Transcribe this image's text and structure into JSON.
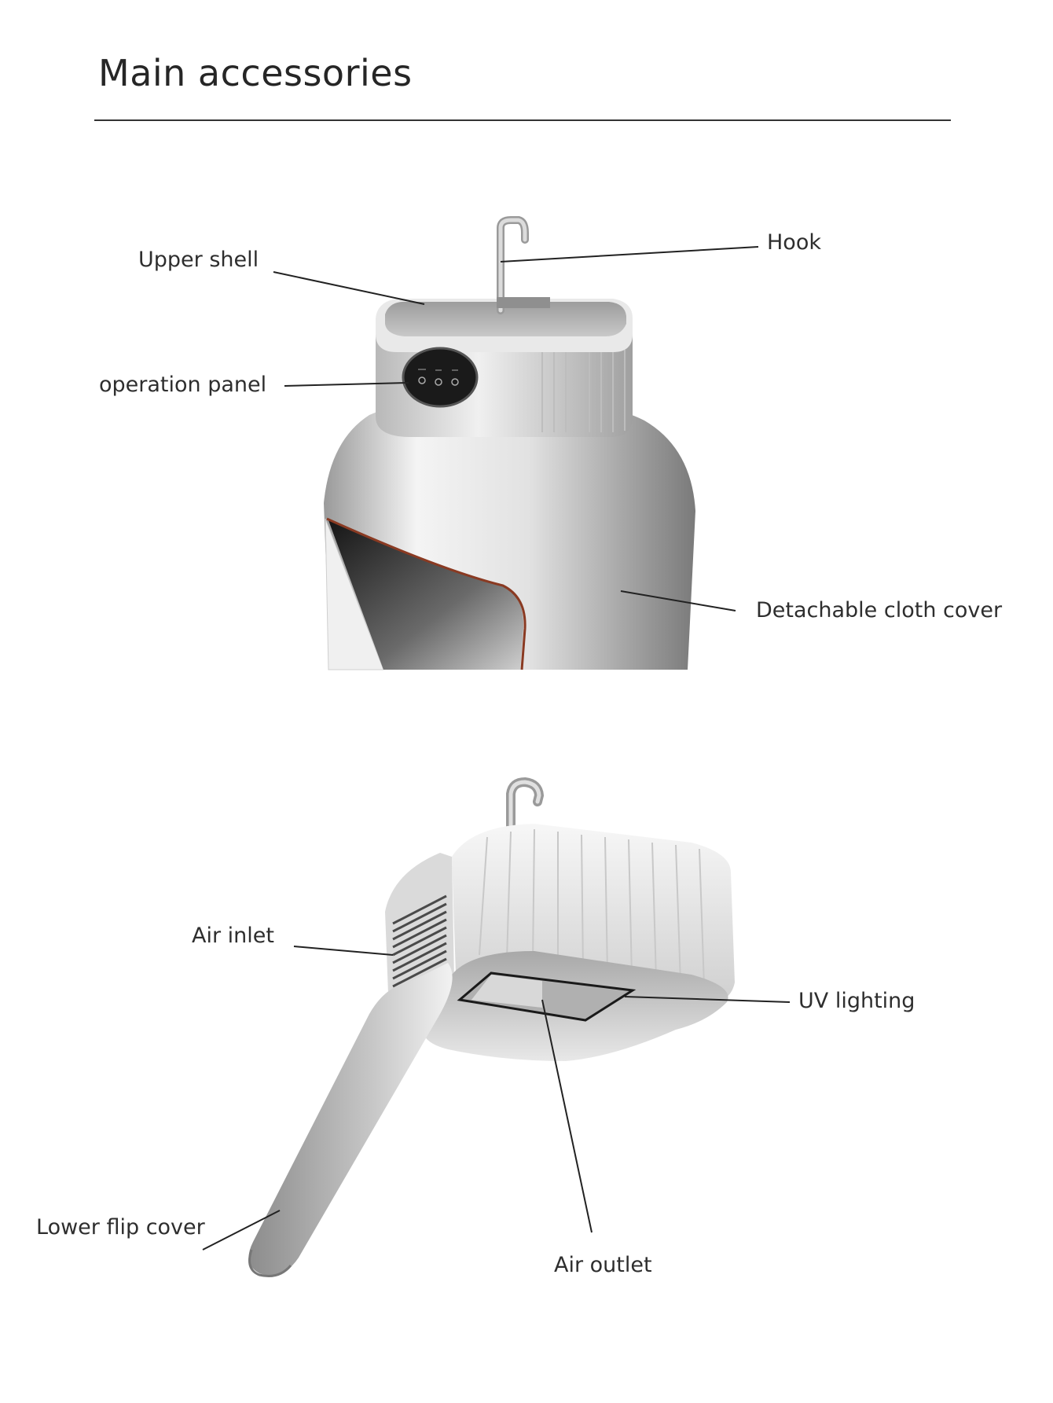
{
  "page": {
    "title": "Main accessories"
  },
  "labels": {
    "upper_shell": "Upper shell",
    "hook": "Hook",
    "operation_panel": "operation panel",
    "detachable_cloth_cover": "Detachable cloth cover",
    "air_inlet": "Air inlet",
    "uv_lighting": "UV lighting",
    "lower_flip_cover": "Lower flip cover",
    "air_outlet": "Air outlet"
  },
  "colors": {
    "accent_trim": "#8a3a22",
    "line": "#222222"
  }
}
